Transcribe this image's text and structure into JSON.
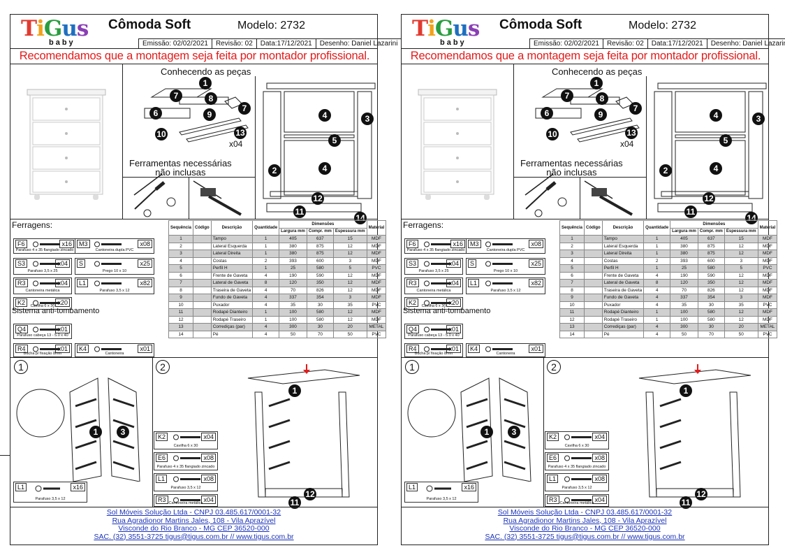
{
  "sheets": [
    {
      "logo_text": "TiGus",
      "logo_sub": "baby",
      "product_title": "Cômoda Soft",
      "model": "Modelo: 2732",
      "meta": [
        "Emissão: 02/02/2021",
        "Revisão: 02",
        "Data:17/12/2021",
        "Desenho: Daniel Lazarini"
      ],
      "recommendation": "Recomendamos que a montagem seja feita por montador profissional.",
      "parts_heading": "Conhecendo as peças",
      "slides_qty": "x04",
      "tools_heading_line1": "Ferramentas necessárias",
      "tools_heading_line2": "não inclusas",
      "hardware_heading": "Ferragens:",
      "antitip_heading": "Sistema anti-tombamento",
      "hardware": [
        {
          "code": "F6",
          "qty": "x16",
          "caption": "Parafuso 4 x 35 flangiado zincado"
        },
        {
          "code": "M3",
          "qty": "x08",
          "caption": "Cantoneira dupla PVC"
        },
        {
          "code": "S3",
          "qty": "x04",
          "caption": "Parafuso 3,5 x 25"
        },
        {
          "code": "S",
          "qty": "x25",
          "caption": "Prego 10 x 10"
        },
        {
          "code": "R3",
          "qty": "x04",
          "caption": "Cantoneira metálica"
        },
        {
          "code": "L1",
          "qty": "x82",
          "caption": "Parafuso 3,5 x 12"
        },
        {
          "code": "K2",
          "qty": "x20",
          "caption": "Cavilha 6 x 30"
        },
        {
          "code": "Q4",
          "qty": "x01",
          "caption": "Parafuso cabeça 13 - 5.0 x 40"
        },
        {
          "code": "R4",
          "qty": "x01",
          "caption": "Bucha p/ fixação 8mm"
        },
        {
          "code": "K4",
          "qty": "x01",
          "caption": "Cantoneira"
        }
      ],
      "table_headers": {
        "seq": "Sequência",
        "code": "Código",
        "desc": "Descrição",
        "qty": "Quantidade",
        "dims": "Dimensões",
        "w": "Largura mm",
        "l": "Compr. mm",
        "t": "Espessura mm",
        "mat": "Material"
      },
      "parts": [
        {
          "seq": "1",
          "desc": "Tampo",
          "qty": "1",
          "w": "405",
          "l": "637",
          "t": "15",
          "mat": "MDF"
        },
        {
          "seq": "2",
          "desc": "Lateral Esquerda",
          "qty": "1",
          "w": "380",
          "l": "875",
          "t": "12",
          "mat": "MDF"
        },
        {
          "seq": "3",
          "desc": "Lateral Direita",
          "qty": "1",
          "w": "380",
          "l": "875",
          "t": "12",
          "mat": "MDF"
        },
        {
          "seq": "4",
          "desc": "Costas",
          "qty": "2",
          "w": "393",
          "l": "600",
          "t": "3",
          "mat": "MDF"
        },
        {
          "seq": "5",
          "desc": "Perfil H",
          "qty": "1",
          "w": "25",
          "l": "580",
          "t": "5",
          "mat": "PVC"
        },
        {
          "seq": "6",
          "desc": "Frente de Gaveta",
          "qty": "4",
          "w": "190",
          "l": "590",
          "t": "12",
          "mat": "MDF"
        },
        {
          "seq": "7",
          "desc": "Lateral de Gaveta",
          "qty": "8",
          "w": "120",
          "l": "350",
          "t": "12",
          "mat": "MDF"
        },
        {
          "seq": "8",
          "desc": "Traseira de Gaveta",
          "qty": "4",
          "w": "70",
          "l": "826",
          "t": "12",
          "mat": "MDF"
        },
        {
          "seq": "9",
          "desc": "Fundo de Gaveta",
          "qty": "4",
          "w": "337",
          "l": "354",
          "t": "3",
          "mat": "MDF"
        },
        {
          "seq": "10",
          "desc": "Puxador",
          "qty": "4",
          "w": "35",
          "l": "30",
          "t": "35",
          "mat": "PVC"
        },
        {
          "seq": "11",
          "desc": "Rodapé Dianteiro",
          "qty": "1",
          "w": "100",
          "l": "580",
          "t": "12",
          "mat": "MDF"
        },
        {
          "seq": "12",
          "desc": "Rodapé Traseiro",
          "qty": "1",
          "w": "100",
          "l": "580",
          "t": "12",
          "mat": "MDF"
        },
        {
          "seq": "13",
          "desc": "Corrediças (par)",
          "qty": "4",
          "w": "300",
          "l": "30",
          "t": "20",
          "mat": "METAL"
        },
        {
          "seq": "14",
          "desc": "Pé",
          "qty": "4",
          "w": "50",
          "l": "70",
          "t": "50",
          "mat": "PVC"
        }
      ],
      "steps": [
        "1",
        "2"
      ],
      "step1_hw": {
        "code": "L1",
        "qty": "x16",
        "caption": "Parafuso 3,5 x 12"
      },
      "step2_hw": [
        {
          "code": "K2",
          "qty": "x04",
          "caption": "Cavilha 6 x 30"
        },
        {
          "code": "E6",
          "qty": "x08",
          "caption": "Parafuso 4 x 35 flangiado zincado"
        },
        {
          "code": "L1",
          "qty": "x08",
          "caption": "Parafuso 3,5 x 12"
        },
        {
          "code": "R3",
          "qty": "x04",
          "caption": "Cantoneira metálica"
        }
      ],
      "footer": [
        "Sol Móveis Solução Ltda - CNPJ 03.485.617/0001-32",
        "Rua Agradionor Martins Jales, 108 - Vila Aprazível",
        "Visconde do Rio Branco - MG CEP 36520-000",
        "SAC. (32) 3551-3725 tigus@tigus.com.br // www.tigus.com.br"
      ]
    },
    {
      "logo_text": "TiGus",
      "logo_sub": "baby",
      "product_title": "Cômoda Soft",
      "model": "Modelo: 2732",
      "meta": [
        "Emissão: 02/02/2021",
        "Revisão: 02",
        "Data:17/12/2021",
        "Desenho: Daniel Lazarini"
      ],
      "recommendation": "Recomendamos que a montagem seja feita por montador profissional.",
      "parts_heading": "Conhecendo as peças",
      "slides_qty": "x04",
      "tools_heading_line1": "Ferramentas necessárias",
      "tools_heading_line2": "não inclusas",
      "hardware_heading": "Ferragens:",
      "antitip_heading": "Sistema anti-tombamento",
      "hardware": [
        {
          "code": "F6",
          "qty": "x16",
          "caption": "Parafuso 4 x 35 flangiado zincado"
        },
        {
          "code": "M3",
          "qty": "x08",
          "caption": "Cantoneira dupla PVC"
        },
        {
          "code": "S3",
          "qty": "x04",
          "caption": "Parafuso 3,5 x 25"
        },
        {
          "code": "S",
          "qty": "x25",
          "caption": "Prego 10 x 10"
        },
        {
          "code": "R3",
          "qty": "x04",
          "caption": "Cantoneira metálica"
        },
        {
          "code": "L1",
          "qty": "x82",
          "caption": "Parafuso 3,5 x 12"
        },
        {
          "code": "K2",
          "qty": "x20",
          "caption": "Cavilha 6 x 30"
        },
        {
          "code": "Q4",
          "qty": "x01",
          "caption": "Parafuso cabeça 13 - 5.0 x 40"
        },
        {
          "code": "R4",
          "qty": "x01",
          "caption": "Bucha p/ fixação 8mm"
        },
        {
          "code": "K4",
          "qty": "x01",
          "caption": "Cantoneira"
        }
      ],
      "table_headers": {
        "seq": "Sequência",
        "code": "Código",
        "desc": "Descrição",
        "qty": "Quantidade",
        "dims": "Dimensões",
        "w": "Largura mm",
        "l": "Compr. mm",
        "t": "Espessura mm",
        "mat": "Material"
      },
      "parts": [
        {
          "seq": "1",
          "desc": "Tampo",
          "qty": "1",
          "w": "405",
          "l": "637",
          "t": "15",
          "mat": "MDF"
        },
        {
          "seq": "2",
          "desc": "Lateral Esquerda",
          "qty": "1",
          "w": "380",
          "l": "875",
          "t": "12",
          "mat": "MDF"
        },
        {
          "seq": "3",
          "desc": "Lateral Direita",
          "qty": "1",
          "w": "380",
          "l": "875",
          "t": "12",
          "mat": "MDF"
        },
        {
          "seq": "4",
          "desc": "Costas",
          "qty": "2",
          "w": "393",
          "l": "600",
          "t": "3",
          "mat": "MDF"
        },
        {
          "seq": "5",
          "desc": "Perfil H",
          "qty": "1",
          "w": "25",
          "l": "580",
          "t": "5",
          "mat": "PVC"
        },
        {
          "seq": "6",
          "desc": "Frente de Gaveta",
          "qty": "4",
          "w": "190",
          "l": "590",
          "t": "12",
          "mat": "MDF"
        },
        {
          "seq": "7",
          "desc": "Lateral de Gaveta",
          "qty": "8",
          "w": "120",
          "l": "350",
          "t": "12",
          "mat": "MDF"
        },
        {
          "seq": "8",
          "desc": "Traseira de Gaveta",
          "qty": "4",
          "w": "70",
          "l": "826",
          "t": "12",
          "mat": "MDF"
        },
        {
          "seq": "9",
          "desc": "Fundo de Gaveta",
          "qty": "4",
          "w": "337",
          "l": "354",
          "t": "3",
          "mat": "MDF"
        },
        {
          "seq": "10",
          "desc": "Puxador",
          "qty": "4",
          "w": "35",
          "l": "30",
          "t": "35",
          "mat": "PVC"
        },
        {
          "seq": "11",
          "desc": "Rodapé Dianteiro",
          "qty": "1",
          "w": "100",
          "l": "580",
          "t": "12",
          "mat": "MDF"
        },
        {
          "seq": "12",
          "desc": "Rodapé Traseiro",
          "qty": "1",
          "w": "100",
          "l": "580",
          "t": "12",
          "mat": "MDF"
        },
        {
          "seq": "13",
          "desc": "Corrediças (par)",
          "qty": "4",
          "w": "300",
          "l": "30",
          "t": "20",
          "mat": "METAL"
        },
        {
          "seq": "14",
          "desc": "Pé",
          "qty": "4",
          "w": "50",
          "l": "70",
          "t": "50",
          "mat": "PVC"
        }
      ],
      "steps": [
        "1",
        "2"
      ],
      "step1_hw": {
        "code": "L1",
        "qty": "x16",
        "caption": "Parafuso 3,5 x 12"
      },
      "step2_hw": [
        {
          "code": "K2",
          "qty": "x04",
          "caption": "Cavilha 6 x 30"
        },
        {
          "code": "E6",
          "qty": "x08",
          "caption": "Parafuso 4 x 35 flangiado zincado"
        },
        {
          "code": "L1",
          "qty": "x08",
          "caption": "Parafuso 3,5 x 12"
        },
        {
          "code": "R3",
          "qty": "x04",
          "caption": "Cantoneira metálica"
        }
      ],
      "footer": [
        "Sol Móveis Solução Ltda - CNPJ 03.485.617/0001-32",
        "Rua Agradionor Martins Jales, 108 - Vila Aprazível",
        "Visconde do Rio Branco - MG CEP 36520-000",
        "SAC. (32) 3551-3725 tigus@tigus.com.br // www.tigus.com.br"
      ]
    }
  ],
  "colors": {
    "recommendation": "#e31b1b",
    "footer_link": "#1b33b8",
    "logo": [
      "#e23a2f",
      "#f2a21a",
      "#2a9d3f",
      "#1f6fc0",
      "#8a3fb5"
    ],
    "table_shade": "#d0d0d0"
  }
}
